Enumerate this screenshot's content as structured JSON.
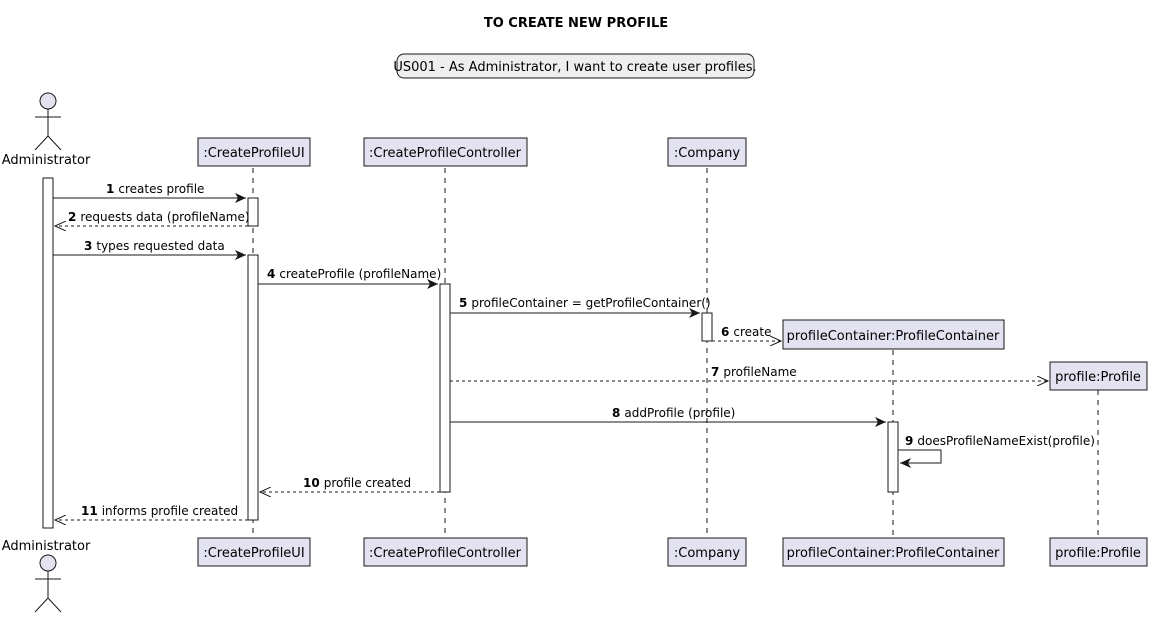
{
  "title": "TO CREATE NEW PROFILE",
  "note": "US001 - As Administrator, I want to create user profiles.",
  "actor": {
    "label": "Administrator"
  },
  "participants": [
    {
      "id": "ui",
      "label": ":CreateProfileUI"
    },
    {
      "id": "ctrl",
      "label": ":CreateProfileController"
    },
    {
      "id": "company",
      "label": ":Company"
    },
    {
      "id": "pc",
      "label": "profileContainer:ProfileContainer"
    },
    {
      "id": "profile",
      "label": "profile:Profile"
    }
  ],
  "messages": [
    {
      "num": "1",
      "text": "creates profile",
      "from": "actor",
      "to": "ui",
      "kind": "sync"
    },
    {
      "num": "2",
      "text": "requests data (profileName)",
      "from": "ui",
      "to": "actor",
      "kind": "return"
    },
    {
      "num": "3",
      "text": "types requested data",
      "from": "actor",
      "to": "ui",
      "kind": "sync"
    },
    {
      "num": "4",
      "text": "createProfile (profileName)",
      "from": "ui",
      "to": "ctrl",
      "kind": "sync"
    },
    {
      "num": "5",
      "text": "profileContainer = getProfileContainer()",
      "from": "ctrl",
      "to": "company",
      "kind": "sync"
    },
    {
      "num": "6",
      "text": "create",
      "from": "company",
      "to": "pc",
      "kind": "create"
    },
    {
      "num": "7",
      "text": "profileName",
      "from": "ctrl",
      "to": "profile",
      "kind": "create"
    },
    {
      "num": "8",
      "text": "addProfile (profile)",
      "from": "ctrl",
      "to": "pc",
      "kind": "sync"
    },
    {
      "num": "9",
      "text": "doesProfileNameExist(profile)",
      "from": "pc",
      "to": "pc",
      "kind": "self"
    },
    {
      "num": "10",
      "text": "profile created",
      "from": "ctrl",
      "to": "ui",
      "kind": "return"
    },
    {
      "num": "11",
      "text": "informs profile created",
      "from": "ui",
      "to": "actor",
      "kind": "return"
    }
  ],
  "colors": {
    "participant_fill": "#e2e2f0",
    "border": "#181818",
    "note_fill": "#eeeeee",
    "background": "#ffffff"
  }
}
